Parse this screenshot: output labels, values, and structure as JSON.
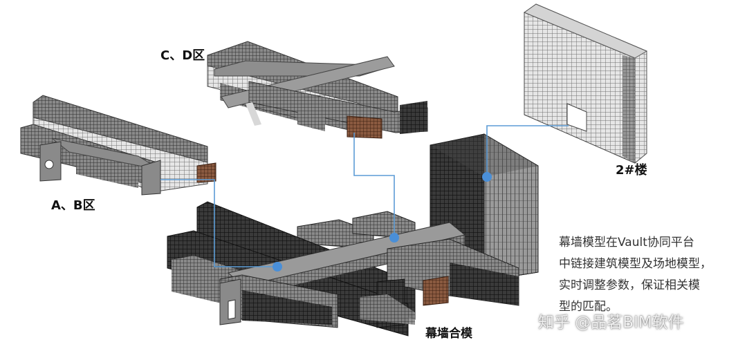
{
  "labels": {
    "cd_zone": "C、D区",
    "ab_zone": "A、B区",
    "building2": "2#楼",
    "combined": "幕墙合模"
  },
  "description": [
    "幕墙模型在Vault协同平台",
    "中链接建筑模型及场地模型，",
    "实时调整参数，保证相关模",
    "型的匹配。"
  ],
  "watermark": "知乎 @品茗BIM软件",
  "colors": {
    "connector": "#5b9bd5",
    "connector_dot": "#4a8fd8",
    "model_dark": "#2f2f2f",
    "model_mid": "#7a7a7a",
    "model_light": "#c8c8c8",
    "accent_brown": "#7a4a32"
  }
}
